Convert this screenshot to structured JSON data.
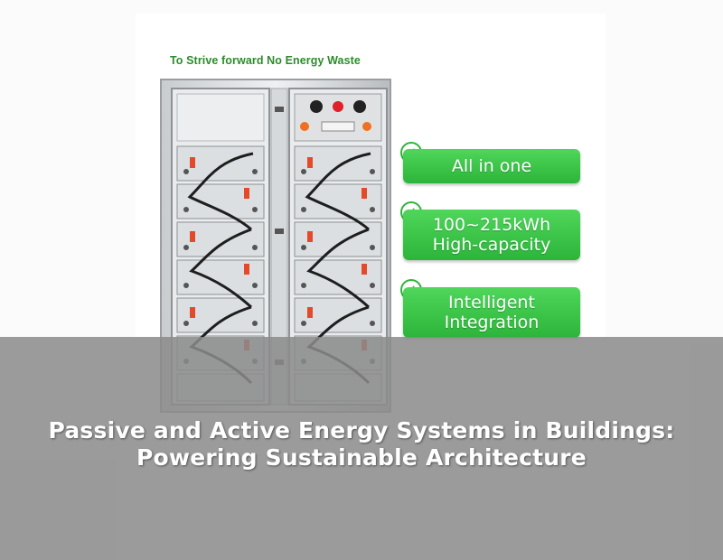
{
  "image": {
    "tagline": "To Strive forward No Energy Waste",
    "features": [
      {
        "lines": [
          "All in one"
        ],
        "icon": "check-icon"
      },
      {
        "lines": [
          "100~215kWh",
          "High-capacity"
        ],
        "icon": "check-icon"
      },
      {
        "lines": [
          "Intelligent",
          "Integration"
        ],
        "icon": "check-icon"
      }
    ],
    "badge_color": "#2cb53a",
    "tagline_color": "#2e8b2e"
  },
  "headline": {
    "line1": "Passive and Active Energy Systems in Buildings:",
    "line2": "Powering Sustainable Architecture"
  },
  "overlay_color": "#8a8a8a"
}
